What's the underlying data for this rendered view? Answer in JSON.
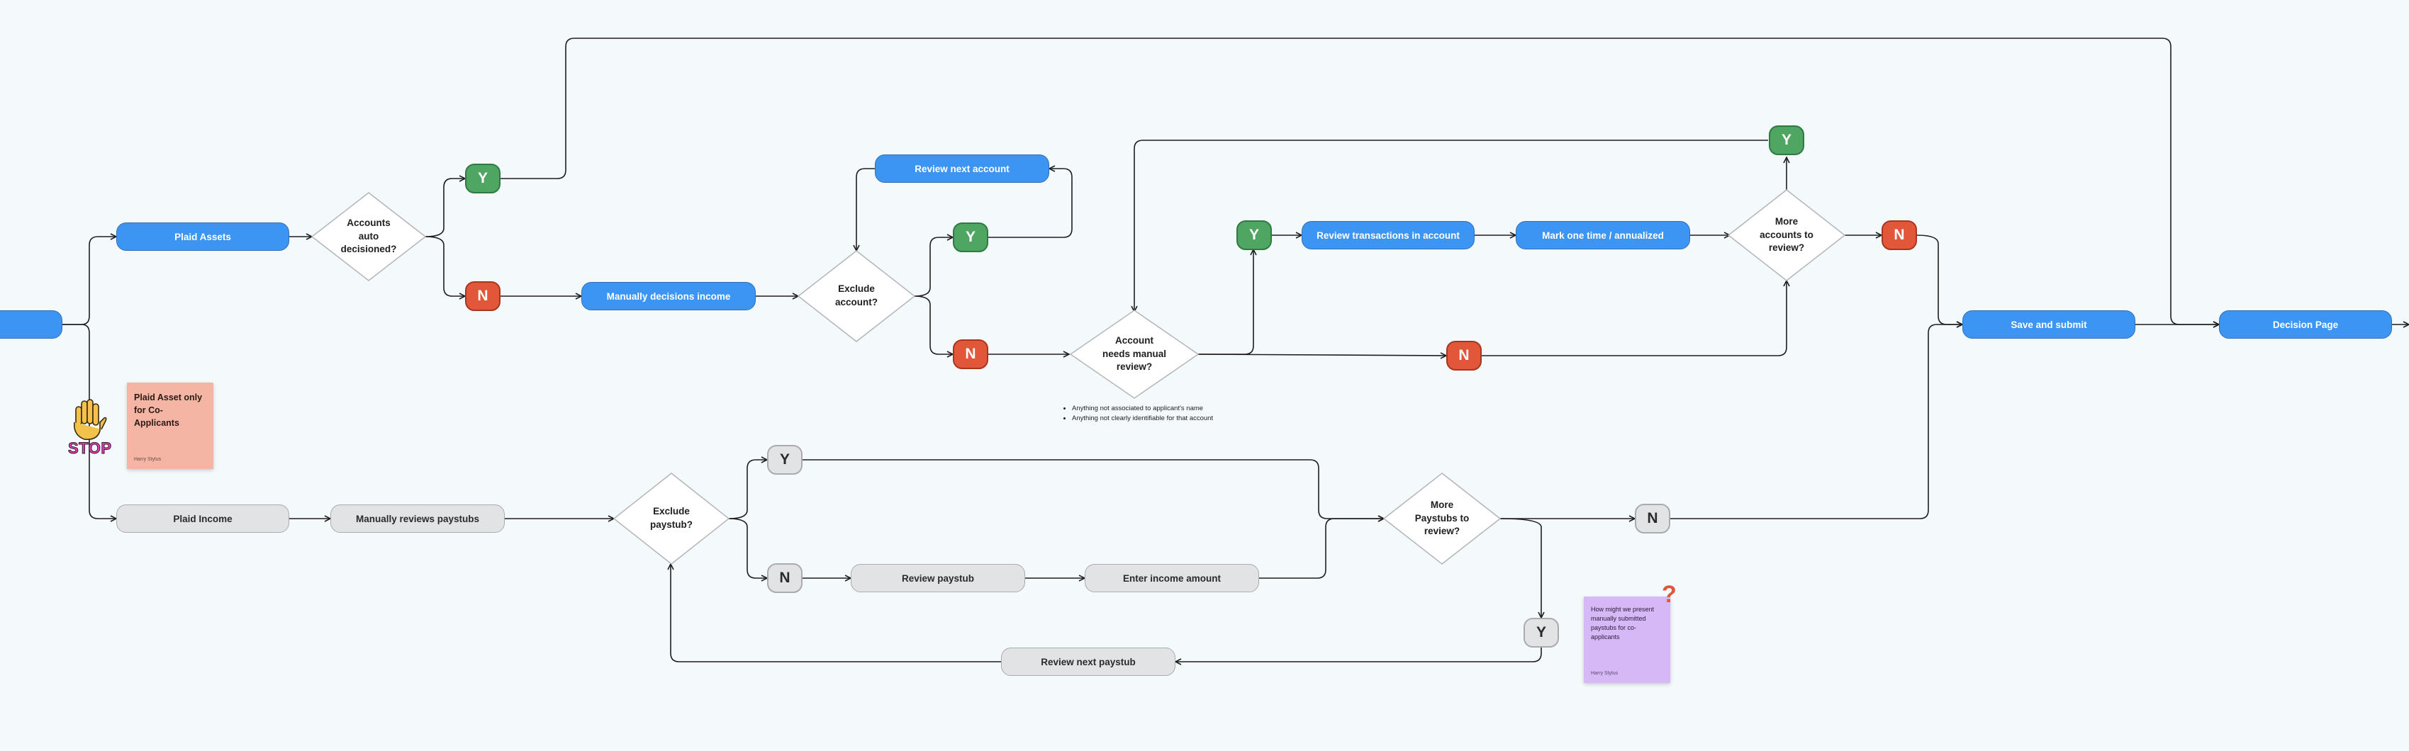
{
  "nodes": {
    "start_node": "",
    "plaid_assets": "Plaid Assets",
    "manually_decisions_income": "Manually decisions income",
    "review_next_account": "Review next account",
    "review_transactions": "Review transactions in account",
    "mark_one_time": "Mark one time / annualized",
    "save_and_submit": "Save and submit",
    "decision_page": "Decision Page",
    "plaid_income": "Plaid Income",
    "manually_reviews_paystubs": "Manually reviews paystubs",
    "review_paystub": "Review paystub",
    "enter_income_amount": "Enter income amount",
    "review_next_paystub": "Review next paystub"
  },
  "decisions": {
    "accounts_auto_decisioned": "Accounts\nauto\ndecisioned?",
    "exclude_account": "Exclude\naccount?",
    "account_needs_manual_review": "Account\nneeds manual\nreview?",
    "more_accounts_to_review": "More\naccounts to\nreview?",
    "exclude_paystub": "Exclude\npaystub?",
    "more_paystubs_to_review": "More\nPaystubs to\nreview?"
  },
  "badges": {
    "yes": "Y",
    "no": "N"
  },
  "notes": {
    "manual_review_criteria": [
      "Anything not associated to applicant's name",
      "Anything not clearly identifiable for that account"
    ]
  },
  "stickies": {
    "plaid_asset_only": {
      "text": "Plaid Asset only\nfor Co-\nApplicants",
      "author": "Harry Stylus"
    },
    "paystubs_question": {
      "text": "How might we present\nmanually submitted\npaystubs for co-\napplicants",
      "author": "Harry Stylus"
    }
  },
  "stop_sticker": {
    "text": "STOP",
    "icon": "raised-hand-icon"
  },
  "question_mark": "?",
  "colors": {
    "background": "#f4f9fc",
    "blue_node": "#3d95f3",
    "grey_node": "#e2e3e5",
    "yes_badge": "#4fa562",
    "no_badge": "#e2573a",
    "sticky_red": "#f4b5a4",
    "sticky_purple": "#d6b8f6",
    "connector": "#1e1e1e"
  }
}
